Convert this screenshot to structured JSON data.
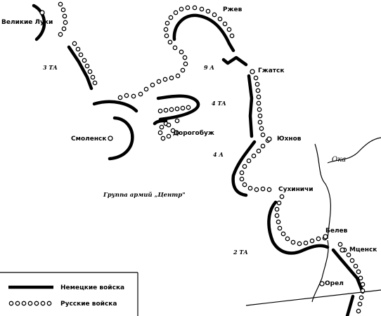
{
  "cities": {
    "velikie_luki": "Великие Луки",
    "rzhev": "Ржев",
    "gzhatsk": "Гжатск",
    "smolensk": "Смоленск",
    "dorogobuzh": "Дорогобуж",
    "yukhnov": "Юхнов",
    "sukhinichi": "Сухиничи",
    "belev": "Белев",
    "mtsensk": "Мценск",
    "orel": "Орел"
  },
  "armies": {
    "ta3": "3 ТА",
    "a9": "9 А",
    "ta4": "4 ТА",
    "a4": "4 А",
    "ta2": "2 ТА"
  },
  "army_group": "Группа армий „Центр\"",
  "river": "Ока",
  "legend": {
    "german": "Немецкие войска",
    "russian": "Русские войска"
  },
  "colors": {
    "ink": "#000000",
    "paper": "#ffffff"
  }
}
